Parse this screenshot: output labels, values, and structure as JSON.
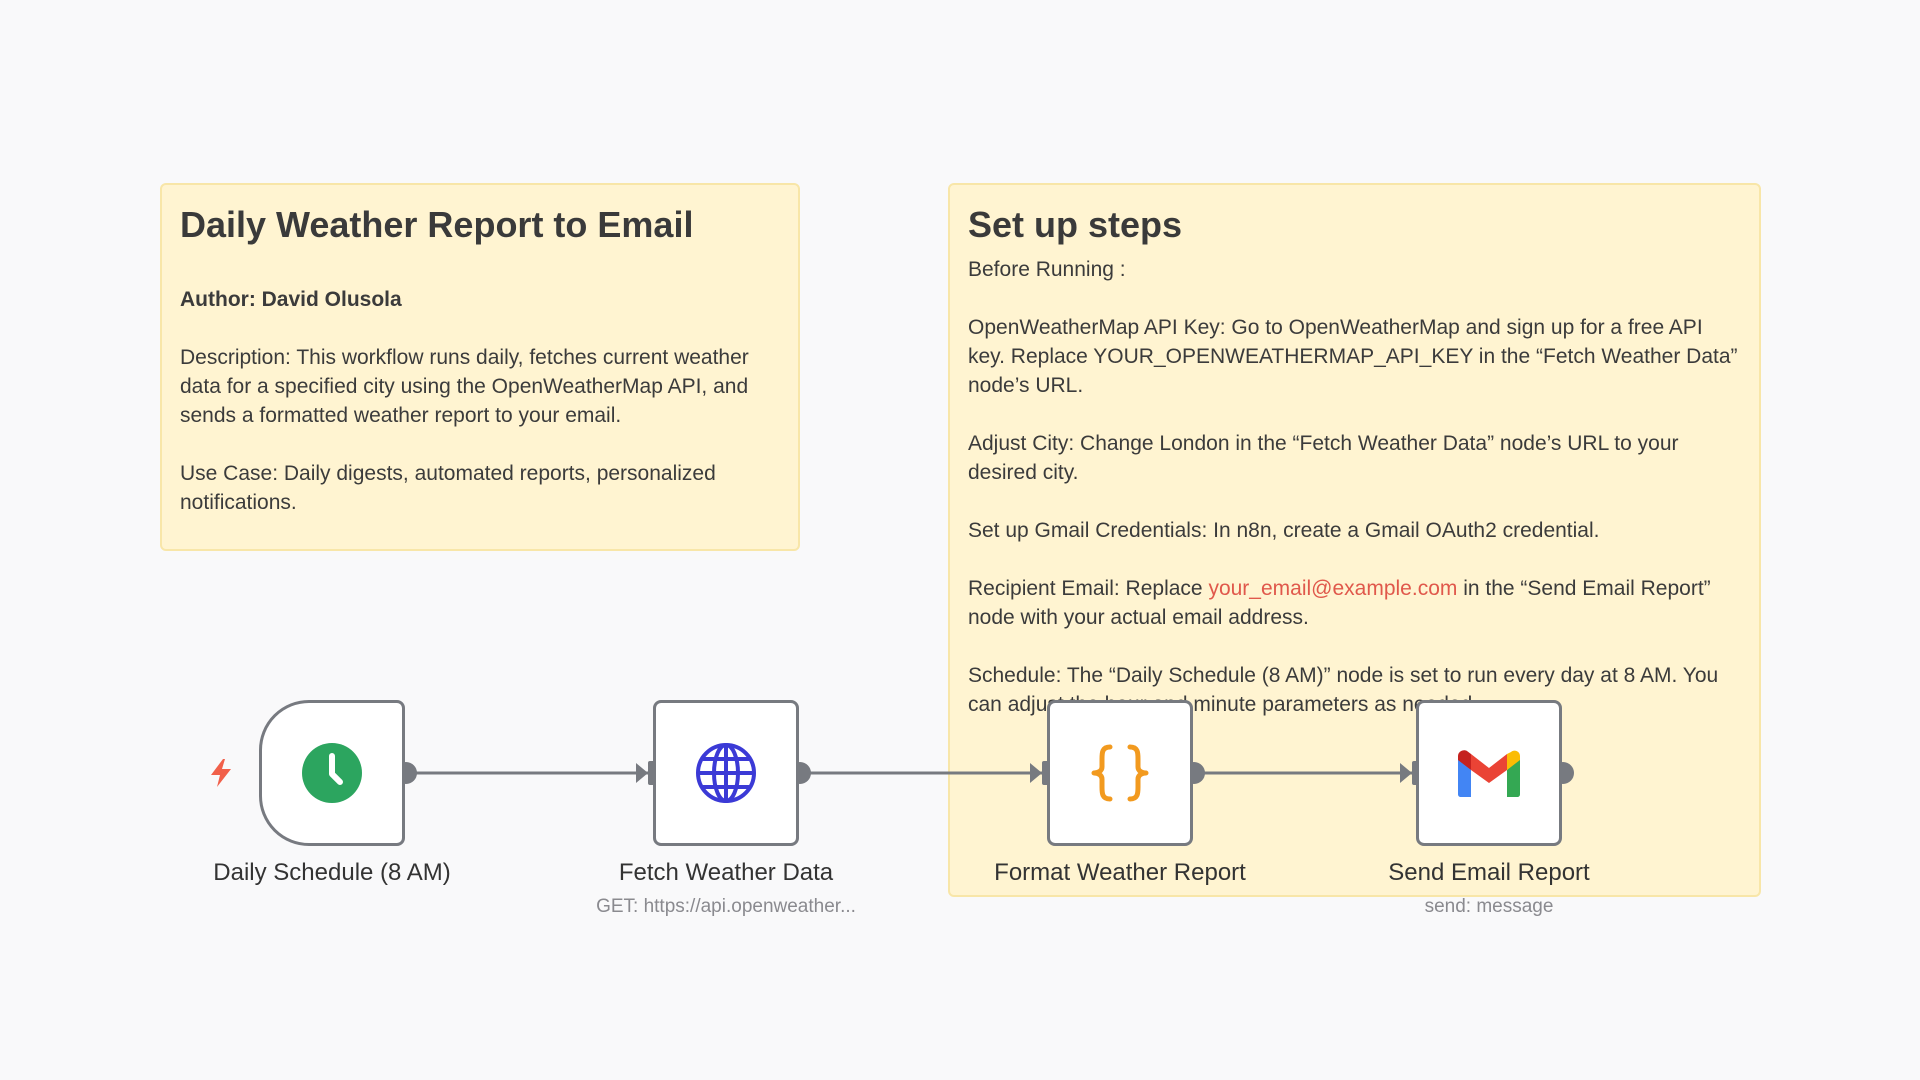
{
  "notes": {
    "overview": {
      "title": "Daily Weather Report to Email",
      "author": "Author: David Olusola",
      "description": "Description: This workflow runs daily, fetches current weather data for a specified city using the OpenWeatherMap API, and sends a formatted weather report to your email.",
      "use_case": "Use Case: Daily digests, automated reports, personalized notifications."
    },
    "setup": {
      "title": "Set up steps",
      "before": "Before Running :",
      "api_key": "OpenWeatherMap API Key: Go to OpenWeatherMap and sign up for a free API key. Replace YOUR_OPENWEATHERMAP_API_KEY in the “Fetch Weather Data” node’s URL.",
      "city": "Adjust City: Change London in the “Fetch Weather Data” node’s URL to your desired city.",
      "gmail": "Set up Gmail Credentials: In n8n, create a Gmail OAuth2 credential.",
      "recipient_prefix": "Recipient Email: Replace ",
      "recipient_email": "your_email@example.com",
      "recipient_suffix": " in the “Send Email Report” node with your actual email address.",
      "schedule": "Schedule: The “Daily Schedule (8 AM)” node is set to run every day at 8 AM. You can adjust the hour and minute parameters as needed."
    }
  },
  "nodes": [
    {
      "label": "Daily Schedule (8 AM)",
      "subtitle": "",
      "icon": "clock-icon"
    },
    {
      "label": "Fetch Weather Data",
      "subtitle": "GET: https://api.openweather...",
      "icon": "globe-icon"
    },
    {
      "label": "Format Weather Report",
      "subtitle": "",
      "icon": "code-braces-icon"
    },
    {
      "label": "Send Email Report",
      "subtitle": "send: message",
      "icon": "gmail-icon"
    }
  ],
  "colors": {
    "sticky_bg": "#fff4d1",
    "sticky_border": "#f8e6a8",
    "node_border": "#777a80",
    "connection": "#777a80",
    "trigger_bolt": "#f1604a",
    "clock_green": "#2ca55f",
    "globe_blue": "#3b3ad6",
    "braces_orange": "#f29a1f",
    "link_red": "#e0584b"
  }
}
